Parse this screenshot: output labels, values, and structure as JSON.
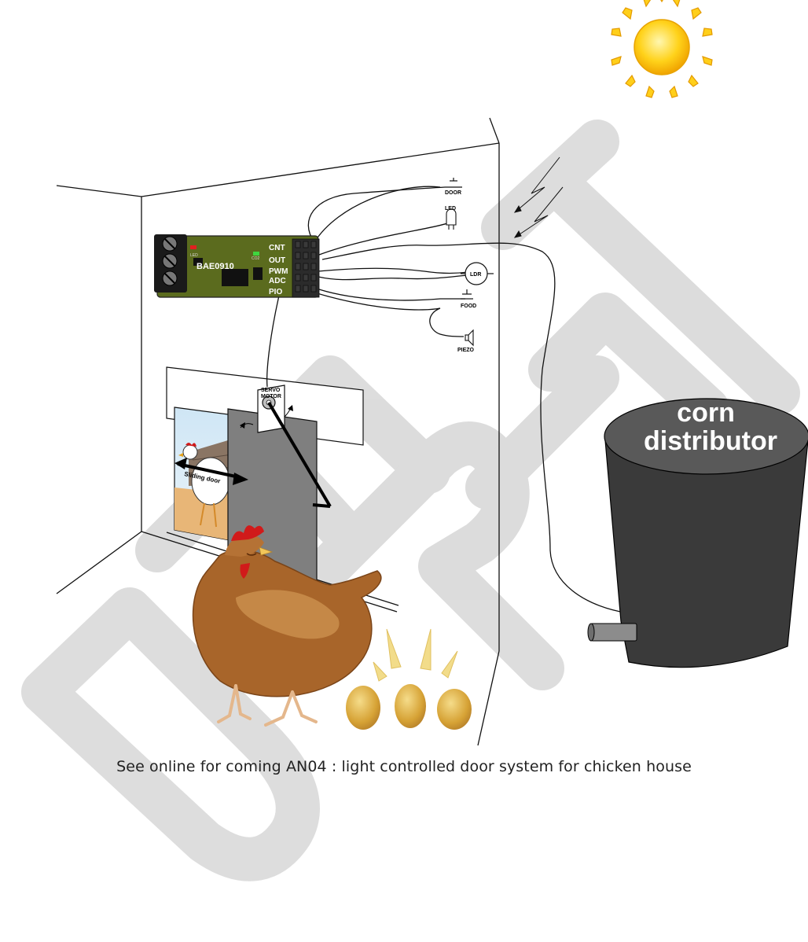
{
  "board": {
    "name": "BAE0910",
    "pin_labels": [
      "CNT",
      "OUT",
      "PWM",
      "ADC",
      "PIO"
    ],
    "small_labels": [
      "LED",
      "CO2"
    ]
  },
  "components": {
    "door": "DOOR",
    "led": "LED",
    "ldr": "LDR",
    "food": "FOOD",
    "piezo": "PIEZO",
    "servo_line1": "SERVO",
    "servo_line2": "MOTOR"
  },
  "labels": {
    "sliding_door": "Sliding door",
    "corn_line1": "corn",
    "corn_line2": "distributor"
  },
  "caption": "See online for coming AN04 : light controlled door system for chicken house",
  "colors": {
    "watermark": "#d9d9d9",
    "pcb": "#5b6b1e",
    "door_panel": "#7f7f7f",
    "bucket": "#3a3a3a",
    "hen": "#a8652a",
    "comb": "#d11a1a",
    "egg": "#d6a235",
    "sun": "#ffd21a"
  },
  "icons": [
    "sun-icon",
    "lightning-icon",
    "hen-icon",
    "egg-icon",
    "servo-icon",
    "ldr-icon",
    "led-icon",
    "switch-icon",
    "piezo-icon"
  ]
}
